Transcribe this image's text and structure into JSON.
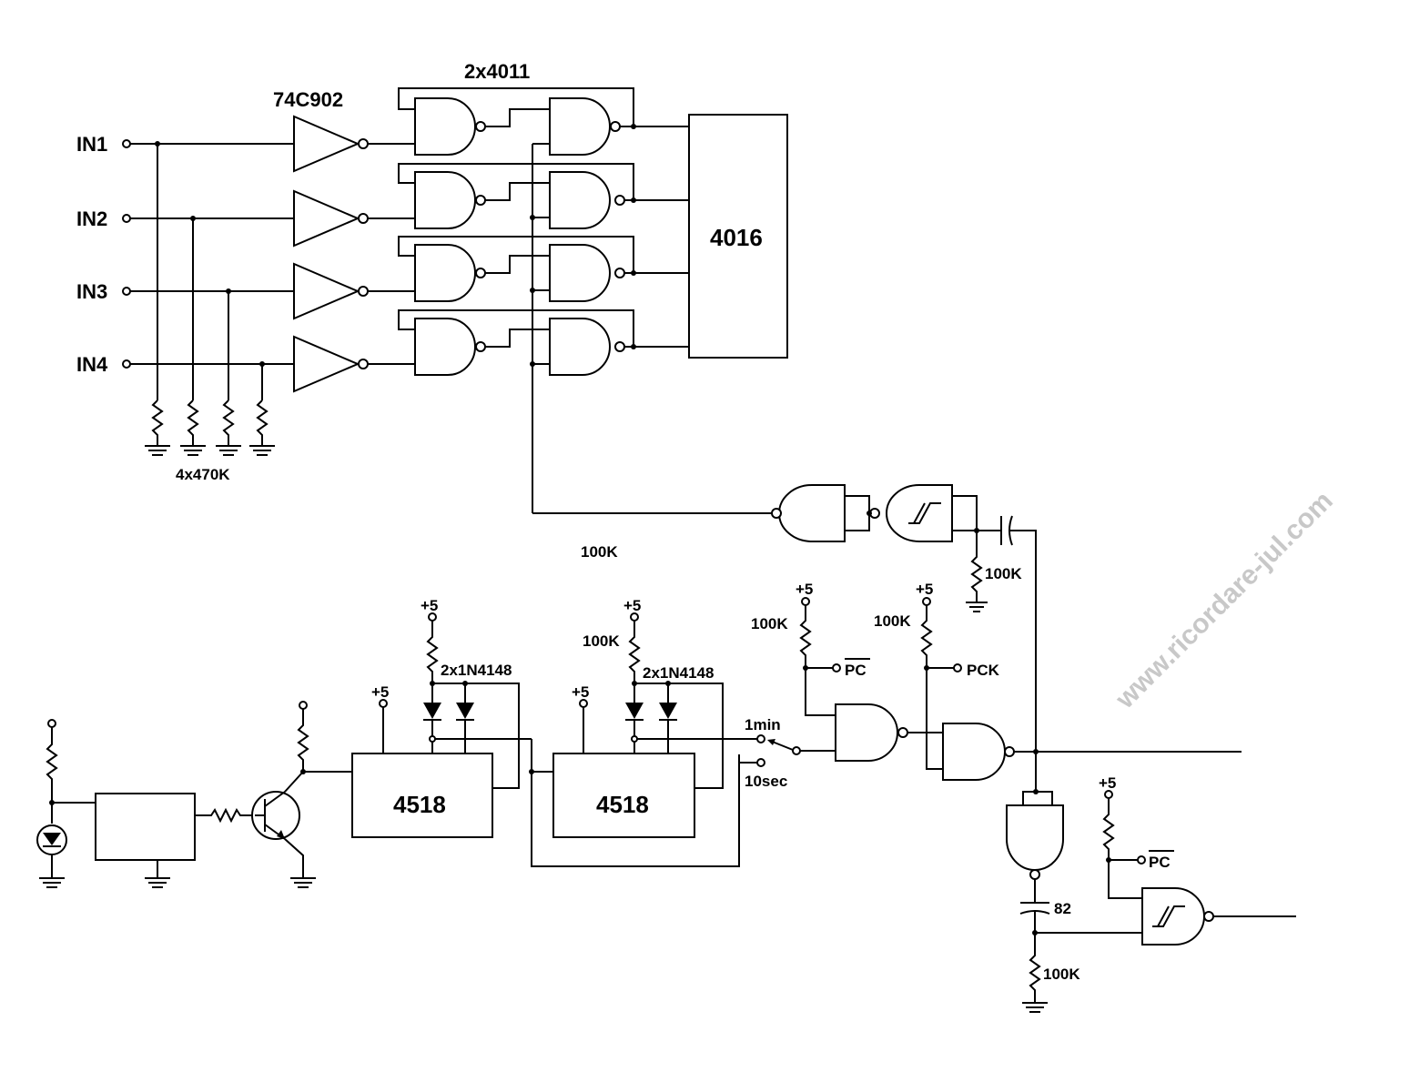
{
  "inputs": [
    "IN1",
    "IN2",
    "IN3",
    "IN4"
  ],
  "chips": {
    "buffer": "74C902",
    "nand_pair": "2x4011",
    "switch": "4016",
    "counter_a": "4518",
    "counter_b": "4518"
  },
  "labels": {
    "pulldown": "4x470K",
    "r_mid": "100K",
    "r_cap_top": "100K",
    "plus_a": "+5",
    "plus_b": "+5",
    "plus_c": "+5",
    "plus_d": "+5",
    "plus_e": "+5",
    "plus_f": "+5",
    "plus_g": "+5",
    "r_pc": "100K",
    "r_pck": "100K",
    "r_counter_b": "100K",
    "diodes_a": "2x1N4148",
    "diodes_b": "2x1N4148",
    "pc_a": "PC",
    "pck": "PCK",
    "pc_b": "PC",
    "time_1min": "1min",
    "time_10sec": "10sec",
    "cap_82": "82",
    "r_bottom": "100K"
  },
  "watermark": "www.ricordare-jul.com"
}
